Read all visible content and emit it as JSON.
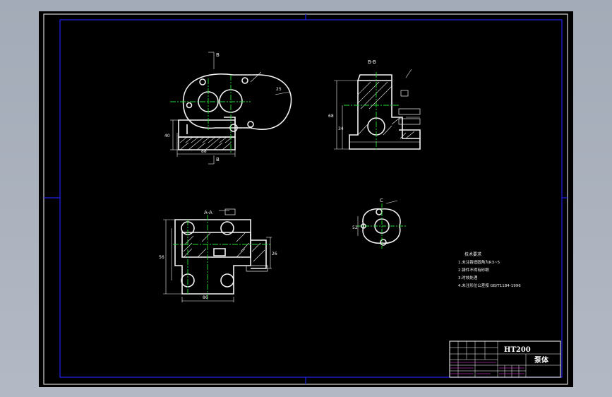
{
  "drawing": {
    "material": "HT200",
    "part_name": "泵体",
    "section_labels": {
      "b_top": "B",
      "b_bottom": "B",
      "bb_view": "B-B",
      "aa_view": "A-A",
      "c_view": "C"
    },
    "tech_requirements": {
      "title": "技术要求",
      "lines": [
        "1.未注铸造圆角为R3~5",
        "2.铸件不得有砂眼",
        "3.时效处理",
        "4.未注形位公差按    GB/T1184-1996"
      ]
    },
    "dimension_labels": {
      "front_width": "88",
      "front_height": "40",
      "front_small": "25",
      "side_height": "68",
      "side_mid": "34",
      "plan_width": "86",
      "plan_height": "56",
      "plan_depth": "26",
      "small_view_dim": "52"
    },
    "colors": {
      "sheet": "#000000",
      "border_blue": "#2222ee",
      "part_white": "#f2f2f2",
      "center_green": "#22dd33",
      "dim_green": "#33ff33",
      "title_magenta": "#ff44ff",
      "title_white": "#ffffff"
    }
  }
}
